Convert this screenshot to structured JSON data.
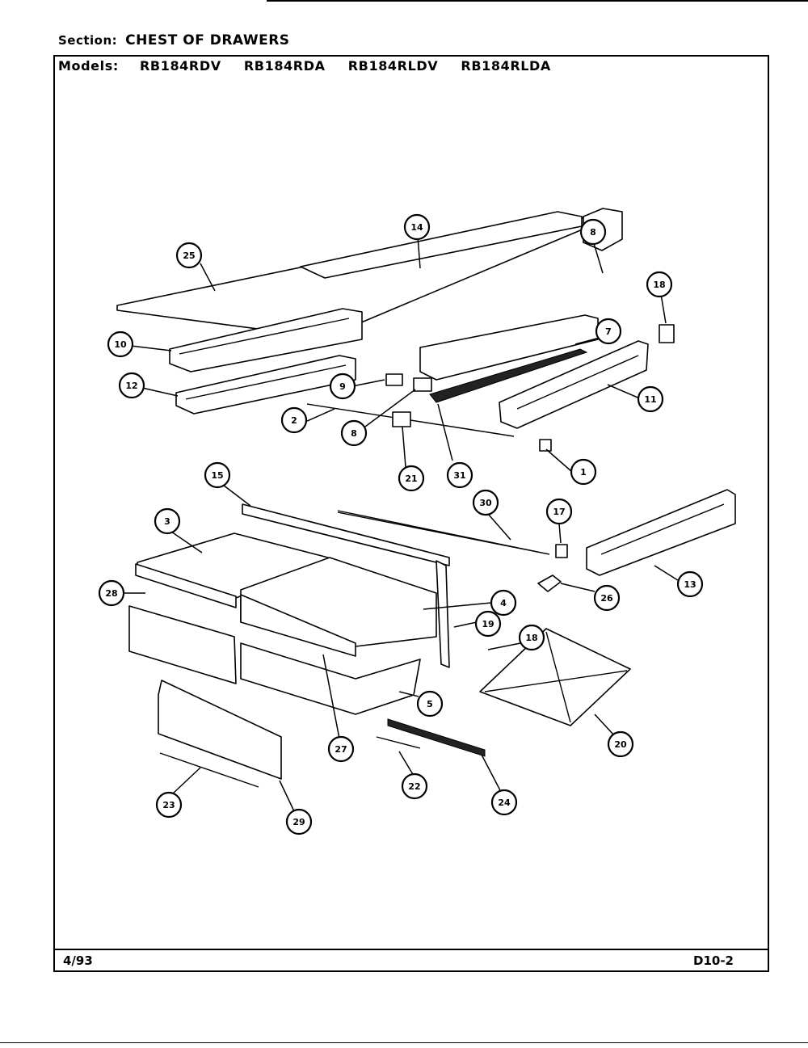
{
  "header": {
    "section_label": "Section:",
    "section_title": "CHEST OF DRAWERS",
    "models_label": "Models:",
    "models": [
      "RB184RDV",
      "RB184RDA",
      "RB184RLDV",
      "RB184RLDA"
    ]
  },
  "footer": {
    "date": "4/93",
    "code": "D10-2"
  },
  "callouts": [
    "25",
    "14",
    "8",
    "18",
    "10",
    "7",
    "12",
    "9",
    "11",
    "2",
    "8",
    "21",
    "31",
    "1",
    "15",
    "30",
    "17",
    "13",
    "3",
    "26",
    "4",
    "28",
    "19",
    "18",
    "5",
    "20",
    "27",
    "22",
    "24",
    "23",
    "29"
  ]
}
